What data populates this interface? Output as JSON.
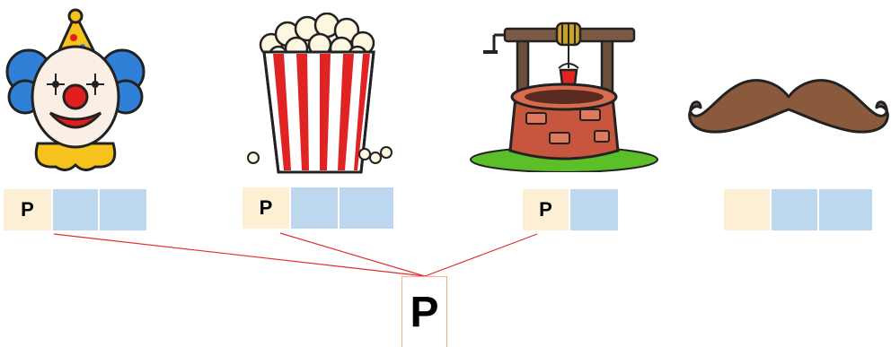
{
  "pictures": [
    {
      "icon": "clown-icon"
    },
    {
      "icon": "popcorn-icon"
    },
    {
      "icon": "wishing-well-icon"
    },
    {
      "icon": "mustache-icon"
    }
  ],
  "words": [
    {
      "letters": [
        "P",
        "",
        ""
      ]
    },
    {
      "letters": [
        "P",
        "",
        ""
      ]
    },
    {
      "letters": [
        "P",
        ""
      ]
    },
    {
      "letters": [
        "",
        "",
        ""
      ]
    }
  ],
  "target_letter": "P",
  "colors": {
    "first_cell": "#fdefd3",
    "other_cells": "#bdd7ee",
    "connector_lines": "#e03030",
    "letter_box_border": "#f4b183"
  }
}
